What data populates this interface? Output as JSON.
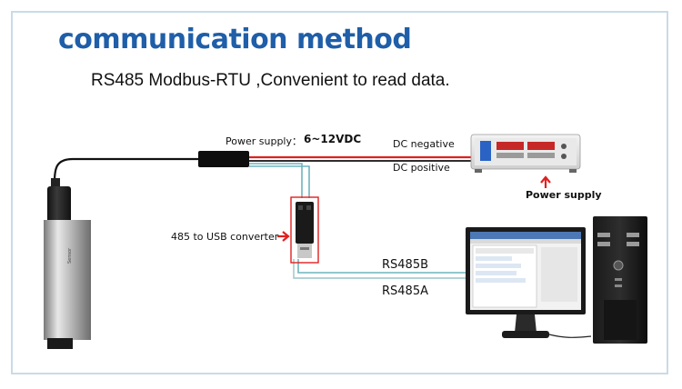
{
  "header": {
    "title": "communication method",
    "subtitle": "RS485 Modbus-RTU ,Convenient to read data."
  },
  "labels": {
    "power_supply_prefix": "Power supply：",
    "power_supply_voltage": "6~12VDC",
    "dc_negative": "DC negative",
    "dc_positive": "DC positive",
    "power_supply_unit": "Power supply",
    "converter": "485 to USB converter",
    "rs485b": "RS485B",
    "rs485a": "RS485A"
  },
  "colors": {
    "title": "#1f5ea8",
    "wire_red": "#e02020",
    "wire_black": "#111111",
    "wire_teal": "#6fb3bd",
    "arrow_red": "#e02020"
  },
  "icons": [
    "sensor-probe-icon",
    "power-supply-unit-icon",
    "usb-converter-icon",
    "monitor-icon",
    "pc-tower-icon"
  ]
}
